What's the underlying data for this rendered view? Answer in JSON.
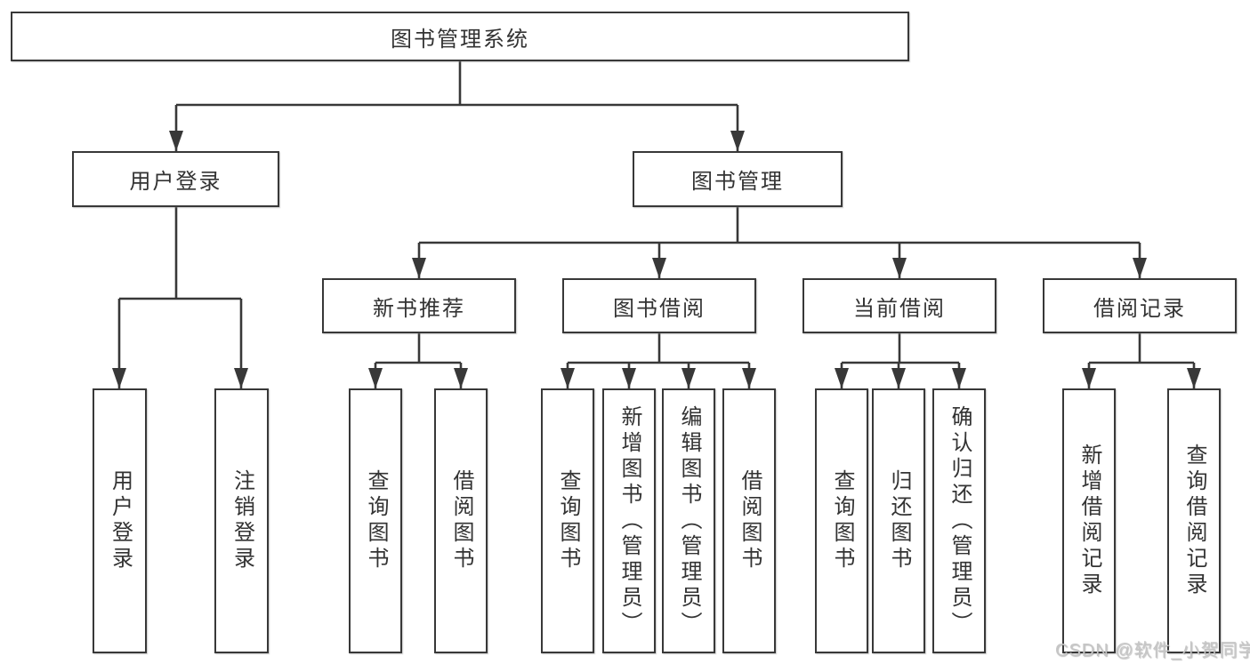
{
  "colors": {
    "line": "#383838",
    "box_border": "#383838",
    "box_background": "#ffffff",
    "text": "#333333",
    "watermark_text": "#c6c6c6"
  },
  "watermark": "CSDN @软件_小贺同学",
  "tree": {
    "label": "图书管理系统",
    "children": [
      {
        "label": "用户登录",
        "children": [
          {
            "label": "用户登录"
          },
          {
            "label": "注销登录"
          }
        ]
      },
      {
        "label": "图书管理",
        "children": [
          {
            "label": "新书推荐",
            "children": [
              {
                "label": "查询图书"
              },
              {
                "label": "借阅图书"
              }
            ]
          },
          {
            "label": "图书借阅",
            "children": [
              {
                "label": "查询图书"
              },
              {
                "label": "新增图书（管理员）"
              },
              {
                "label": "编辑图书（管理员）"
              },
              {
                "label": "借阅图书"
              }
            ]
          },
          {
            "label": "当前借阅",
            "children": [
              {
                "label": "查询图书"
              },
              {
                "label": "归还图书"
              },
              {
                "label": "确认归还（管理员）"
              }
            ]
          },
          {
            "label": "借阅记录",
            "children": [
              {
                "label": "新增借阅记录"
              },
              {
                "label": "查询借阅记录"
              }
            ]
          }
        ]
      }
    ]
  }
}
